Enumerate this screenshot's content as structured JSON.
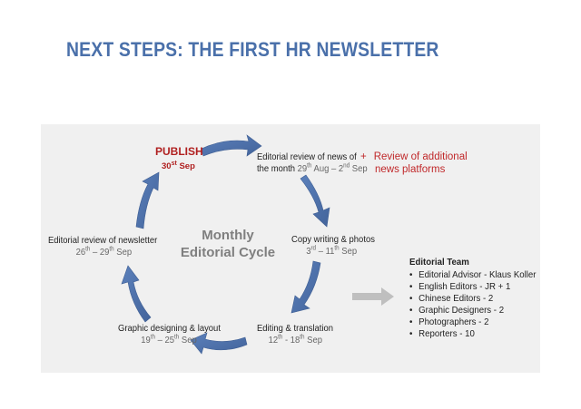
{
  "title": "NEXT STEPS: THE FIRST HR NEWSLETTER",
  "cycle": {
    "center_line1": "Monthly",
    "center_line2": "Editorial Cycle",
    "publish": {
      "label": "PUBLISH",
      "date_num": "30",
      "date_sup": "st",
      "date_month": " Sep"
    },
    "review_news": {
      "line1": "Editorial review of news of",
      "line2_prefix": "the month ",
      "d1": "29",
      "d1_sup": "th",
      "d1_rest": " Aug – 2",
      "d2_sup": "nd",
      "d2_rest": " Sep"
    },
    "copy_writing": {
      "label": "Copy writing & photos",
      "d1": "3",
      "d1_sup": "rd",
      "d1_rest": " – 11",
      "d2_sup": "th",
      "d2_rest": " Sep"
    },
    "editing": {
      "label": "Editing & translation",
      "d1": "12",
      "d1_sup": "th",
      "d1_rest": "  - 18",
      "d2_sup": "th",
      "d2_rest": " Sep"
    },
    "graphic": {
      "label": "Graphic designing & layout",
      "d1": "19",
      "d1_sup": "th",
      "d1_rest": " – 25",
      "d2_sup": "th",
      "d2_rest": " Sep"
    },
    "review_newsletter": {
      "label": "Editorial review of newsletter",
      "d1": "26",
      "d1_sup": "th",
      "d1_rest": " – 29",
      "d2_sup": "th",
      "d2_rest": " Sep"
    }
  },
  "additional": {
    "plus": "+",
    "line1": "Review of additional",
    "line2": "news platforms"
  },
  "team": {
    "title": "Editorial Team",
    "members": [
      "Editorial Advisor - Klaus Koller",
      "English Editors  - JR + 1",
      "Chinese Editors - 2",
      "Graphic Designers - 2",
      "Photographers - 2",
      "Reporters - 10"
    ]
  },
  "colors": {
    "title": "#4a70aa",
    "arrow": "#4f73ad",
    "accent_red": "#c0282a",
    "panel": "#f0f0f0",
    "gray_arrow": "#bfbfbf"
  }
}
